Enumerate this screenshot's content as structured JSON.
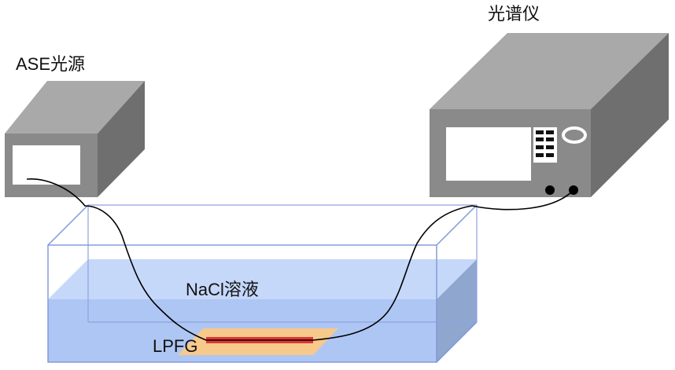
{
  "labels": {
    "light_source": "ASE光源",
    "spectrometer": "光谱仪",
    "solution": "NaCl溶液",
    "grating": "LPFG"
  },
  "colors": {
    "device_front": "#8a8a8a",
    "device_top": "#a9a9a9",
    "device_side": "#6f6f6f",
    "screen": "#ffffff",
    "water_front": "#aec6f4",
    "water_top": "#c5d8fa",
    "water_side": "#8fa6cf",
    "tank_edge": "#7f95d9",
    "cable": "#000000",
    "substrate": "#f7c98b",
    "grating_bar": "#e03535"
  },
  "icons": {
    "keypad": "keypad-icon",
    "knob": "knob-icon",
    "ports": "port-icon"
  }
}
